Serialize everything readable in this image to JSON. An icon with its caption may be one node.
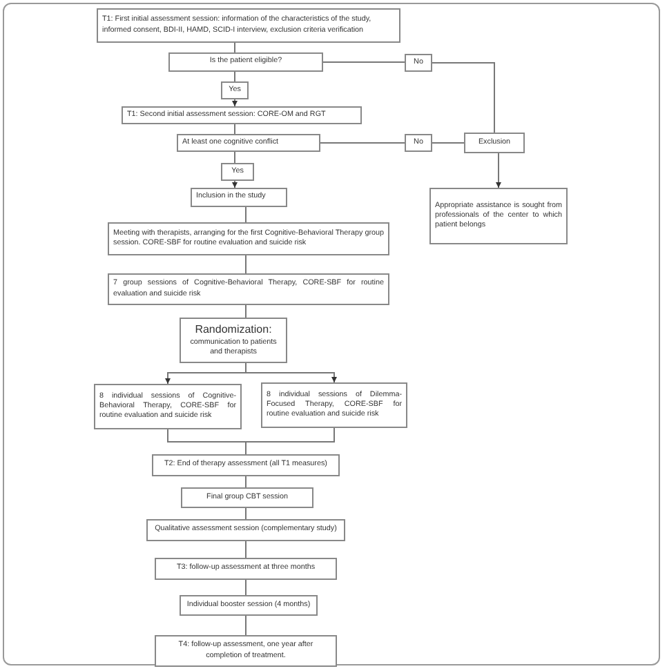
{
  "diagram": {
    "nodes": [
      {
        "text": [
          "T1: First initial assessment session: information of the characteristics of the study, informed consent, BDI-II, HAMD, SCID-I interview, exclusion criteria verification"
        ]
      },
      {
        "text": [
          "Is the patient eligible?"
        ]
      },
      {
        "text": [
          "No"
        ]
      },
      {
        "text": [
          "Yes"
        ]
      },
      {
        "text": [
          "T1: Second initial assessment session: CORE-OM and RGT"
        ]
      },
      {
        "text": [
          "At least one cognitive conflict"
        ]
      },
      {
        "text": [
          "No"
        ]
      },
      {
        "text": [
          "Exclusion"
        ]
      },
      {
        "text": [
          "Yes"
        ]
      },
      {
        "text": [
          "Inclusion in the study"
        ]
      },
      {
        "text": [
          "Appropriate assistance is sought from professionals of the center to which patient belongs"
        ]
      },
      {
        "text": [
          "Meeting with therapists, arranging for the first Cognitive-Behavioral Therapy group session. CORE-SBF for routine evaluation and suicide risk"
        ]
      },
      {
        "text": [
          "7 group sessions of Cognitive-Behavioral Therapy, CORE-SBF for routine evaluation and suicide risk"
        ]
      },
      {
        "text": [
          "Randomization:",
          "communication to patients and therapists"
        ]
      },
      {
        "text": [
          "8 individual sessions of Cognitive-Behavioral Therapy, CORE-SBF for routine evaluation and suicide risk"
        ]
      },
      {
        "text": [
          "8 individual sessions of Dilemma-Focused Therapy, CORE-SBF for routine evaluation and suicide risk"
        ]
      },
      {
        "text": [
          "T2: End of therapy assessment (all T1 measures)"
        ]
      },
      {
        "text": [
          "Final group CBT session"
        ]
      },
      {
        "text": [
          "Qualitative assessment session (complementary study)"
        ]
      },
      {
        "text": [
          "T3: follow-up assessment at three months"
        ]
      },
      {
        "text": [
          "Individual booster session (4 months)"
        ]
      },
      {
        "text": [
          "T4: follow-up assessment, one year after completion of treatment."
        ]
      }
    ],
    "edges": [
      {
        "from": 0,
        "to": 1,
        "arrow": "none"
      },
      {
        "from": 1,
        "to": 2,
        "arrow": "none"
      },
      {
        "from": 2,
        "to": 7,
        "arrow": "none"
      },
      {
        "from": 1,
        "to": 3,
        "arrow": "none"
      },
      {
        "from": 3,
        "to": 4,
        "arrow": "to"
      },
      {
        "from": 4,
        "to": 5,
        "arrow": "none"
      },
      {
        "from": 5,
        "to": 6,
        "arrow": "none"
      },
      {
        "from": 6,
        "to": 7,
        "arrow": "none"
      },
      {
        "from": 5,
        "to": 8,
        "arrow": "none"
      },
      {
        "from": 8,
        "to": 9,
        "arrow": "to"
      },
      {
        "from": 7,
        "to": 10,
        "arrow": "to"
      },
      {
        "from": 9,
        "to": 11,
        "arrow": "none"
      },
      {
        "from": 11,
        "to": 12,
        "arrow": "none"
      },
      {
        "from": 12,
        "to": 13,
        "arrow": "none"
      },
      {
        "from": 13,
        "to": 14,
        "arrow": "to"
      },
      {
        "from": 13,
        "to": 15,
        "arrow": "to"
      },
      {
        "from": 14,
        "to": 16,
        "arrow": "none"
      },
      {
        "from": 15,
        "to": 16,
        "arrow": "none"
      },
      {
        "from": 16,
        "to": 17,
        "arrow": "none"
      },
      {
        "from": 17,
        "to": 18,
        "arrow": "none"
      },
      {
        "from": 18,
        "to": 19,
        "arrow": "none"
      },
      {
        "from": 19,
        "to": 20,
        "arrow": "none"
      },
      {
        "from": 20,
        "to": 21,
        "arrow": "none"
      }
    ]
  }
}
